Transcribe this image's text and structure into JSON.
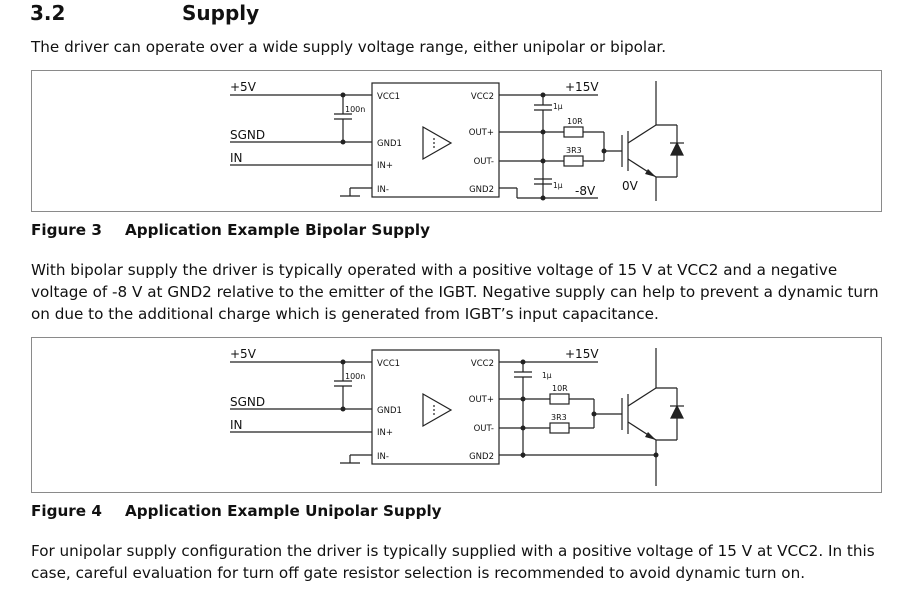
{
  "section": {
    "number": "3.2",
    "title": "Supply"
  },
  "intro": "The driver can operate over a wide supply voltage range, either unipolar or bipolar.",
  "figure3": {
    "number": "Figure 3",
    "caption": "Application Example Bipolar Supply",
    "labels": {
      "v5": "+5V",
      "sgnd": "SGND",
      "in": "IN",
      "cap_in": "100n",
      "vcc1": "VCC1",
      "gnd1": "GND1",
      "inp": "IN+",
      "inm": "IN-",
      "vcc2": "VCC2",
      "outp": "OUT+",
      "outm": "OUT-",
      "gnd2": "GND2",
      "v15": "+15V",
      "cap1": "1µ",
      "r_on": "10R",
      "r_off": "3R3",
      "cap2": "1µ",
      "vneg": "-8V",
      "v0": "0V"
    }
  },
  "bipolar_text": [
    "With bipolar supply the driver is typically operated with a positive voltage of 15 V at VCC2 and a negative",
    "voltage of -8 V at GND2 relative to the emitter of the IGBT. Negative supply can help to prevent a dynamic turn",
    "on due to the additional charge which is generated from IGBT’s input capacitance."
  ],
  "figure4": {
    "number": "Figure 4",
    "caption": "Application Example Unipolar Supply",
    "labels": {
      "v5": "+5V",
      "sgnd": "SGND",
      "in": "IN",
      "cap_in": "100n",
      "vcc1": "VCC1",
      "gnd1": "GND1",
      "inp": "IN+",
      "inm": "IN-",
      "vcc2": "VCC2",
      "outp": "OUT+",
      "outm": "OUT-",
      "gnd2": "GND2",
      "v15": "+15V",
      "cap1": "1µ",
      "r_on": "10R",
      "r_off": "3R3"
    }
  },
  "unipolar_text": [
    "For unipolar supply configuration the driver is typically supplied with a positive voltage of 15 V at VCC2. In this",
    "case, careful evaluation for turn off gate resistor selection is recommended to avoid dynamic turn on."
  ]
}
